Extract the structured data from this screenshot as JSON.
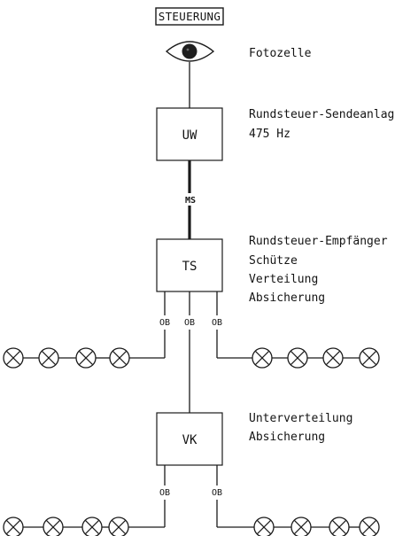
{
  "header": {
    "title": "STEUERUNG"
  },
  "photocell": {
    "label": "Fotozelle"
  },
  "uw": {
    "box_label": "UW",
    "desc_line1": "Rundsteuer-Sendeanlage",
    "desc_line2": "475 Hz"
  },
  "ms_label": "MS",
  "ts": {
    "box_label": "TS",
    "desc_line1": "Rundsteuer-Empfänger",
    "desc_line2": "Schütze",
    "desc_line3": "Verteilung",
    "desc_line4": "Absicherung"
  },
  "ts_fuses": [
    "OB",
    "OB",
    "OB"
  ],
  "vk": {
    "box_label": "VK",
    "desc_line1": "Unterverteilung",
    "desc_line2": "Absicherung"
  },
  "vk_fuses": [
    "OB",
    "OB"
  ],
  "icons": {
    "lamp": "lamp-cross-icon",
    "photocell": "eye-icon"
  },
  "colors": {
    "line": "#1a1a1a",
    "background": "#ffffff"
  }
}
